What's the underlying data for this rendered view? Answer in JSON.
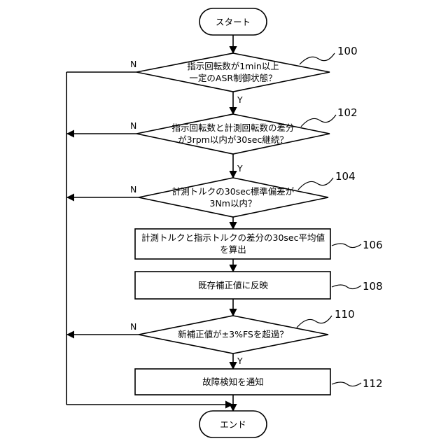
{
  "flowchart": {
    "start": "スタート",
    "end": "エンド",
    "yes_label": "Y",
    "no_label": "N",
    "steps": [
      {
        "ref": "100",
        "kind": "decision",
        "lines": [
          "指示回転数が1min以上",
          "一定のASR制御状態？"
        ]
      },
      {
        "ref": "102",
        "kind": "decision",
        "lines": [
          "指示回転数と計測回転数の差分",
          "が3rpm以内が30sec継続？"
        ]
      },
      {
        "ref": "104",
        "kind": "decision",
        "lines": [
          "計測トルクの30sec標準偏差が",
          "3Nm以内？"
        ]
      },
      {
        "ref": "106",
        "kind": "process",
        "lines": [
          "計測トルクと指示トルクの差分の30sec平均値",
          "を算出"
        ]
      },
      {
        "ref": "108",
        "kind": "process",
        "lines": [
          "既存補正値に反映"
        ]
      },
      {
        "ref": "110",
        "kind": "decision",
        "lines": [
          "新補正値が±3%FSを超過？"
        ]
      },
      {
        "ref": "112",
        "kind": "process",
        "lines": [
          "故障検知を通知"
        ]
      }
    ]
  }
}
